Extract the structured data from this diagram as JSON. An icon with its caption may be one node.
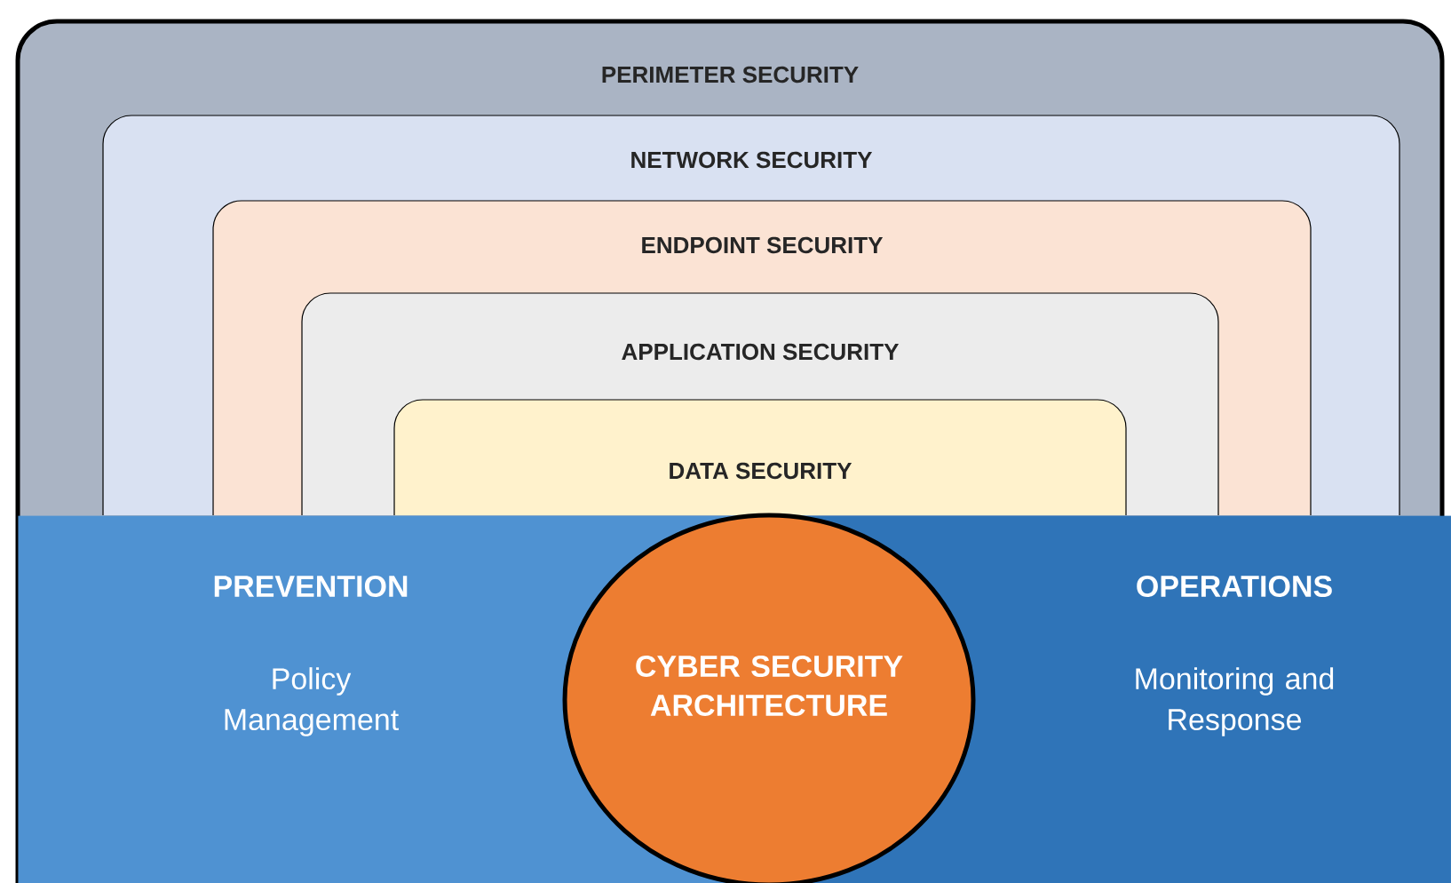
{
  "diagram": {
    "nodes": [
      {
        "text": [
          "PERIMETER SECURITY"
        ]
      },
      {
        "text": [
          "NETWORK SECURITY"
        ],
        "in": 0
      },
      {
        "text": [
          "ENDPOINT SECURITY"
        ],
        "in": 1
      },
      {
        "text": [
          "APPLICATION SECURITY"
        ],
        "in": 2
      },
      {
        "text": [
          "DATA SECURITY"
        ],
        "in": 3
      },
      {
        "text": [
          "PREVENTION",
          "Policy Management"
        ],
        "in": 0
      },
      {
        "text": [
          "OPERATIONS",
          "Monitoring and Response"
        ],
        "in": 0
      },
      {
        "text": [
          "CYBER SECURITY ARCHITECTURE"
        ],
        "in": 0
      }
    ]
  }
}
